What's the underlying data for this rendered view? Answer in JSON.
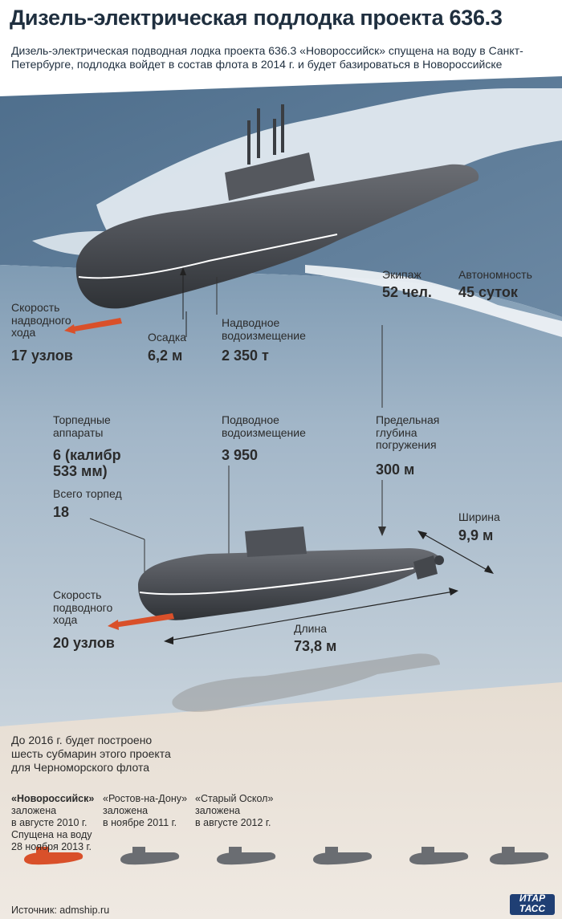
{
  "header": {
    "title": "Дизель-электрическая подлодка проекта 636.3",
    "subtitle": "Дизель-электрическая подводная лодка проекта 636.3 «Новороссийск» спущена на воду в Санкт-Петербурге, подлодка войдет в состав флота в 2014 г. и будет базироваться в Новороссийске"
  },
  "surface": {
    "speed_label": "Скорость\nнадводного\nхода",
    "speed_value": "17 узлов",
    "draft_label": "Осадка",
    "draft_value": "6,2 м",
    "displacement_label": "Надводное\nводоизмещение",
    "displacement_value": "2 350 т",
    "crew_label": "Экипаж",
    "crew_value": "52 чел.",
    "autonomy_label": "Автономность",
    "autonomy_value": "45 суток"
  },
  "underwater": {
    "torpedo_tubes_label": "Торпедные\nаппараты",
    "torpedo_tubes_value": "6 (калибр\n533 мм)",
    "torpedoes_label": "Всего торпед",
    "torpedoes_value": "18",
    "displacement_label": "Подводное\nводоизмещение",
    "displacement_value": "3 950",
    "depth_label": "Предельная\nглубина\nпогружения",
    "depth_value": "300 м",
    "width_label": "Ширина",
    "width_value": "9,9 м",
    "speed_label": "Скорость\nподводного\nхода",
    "speed_value": "20 узлов",
    "length_label": "Длина",
    "length_value": "73,8 м"
  },
  "fleet": {
    "note": "До 2016 г. будет построено\nшесть субмарин этого проекта\nдля Черноморского флота",
    "subs": [
      {
        "name": "«Новороссийск»",
        "details": "заложена\nв августе 2010 г.\nСпущена на воду\n28 ноября 2013 г."
      },
      {
        "name": "«Ростов-на-Дону»",
        "details": "заложена\nв ноябре 2011 г."
      },
      {
        "name": "«Старый Оскол»",
        "details": "заложена\nв августе 2012 г."
      }
    ],
    "icon_colors": {
      "launched": "#d9502a",
      "planned": "#6a6d72"
    }
  },
  "footer": {
    "source": "Источник: admship.ru",
    "logo": "ИТАР\nТАСС"
  }
}
